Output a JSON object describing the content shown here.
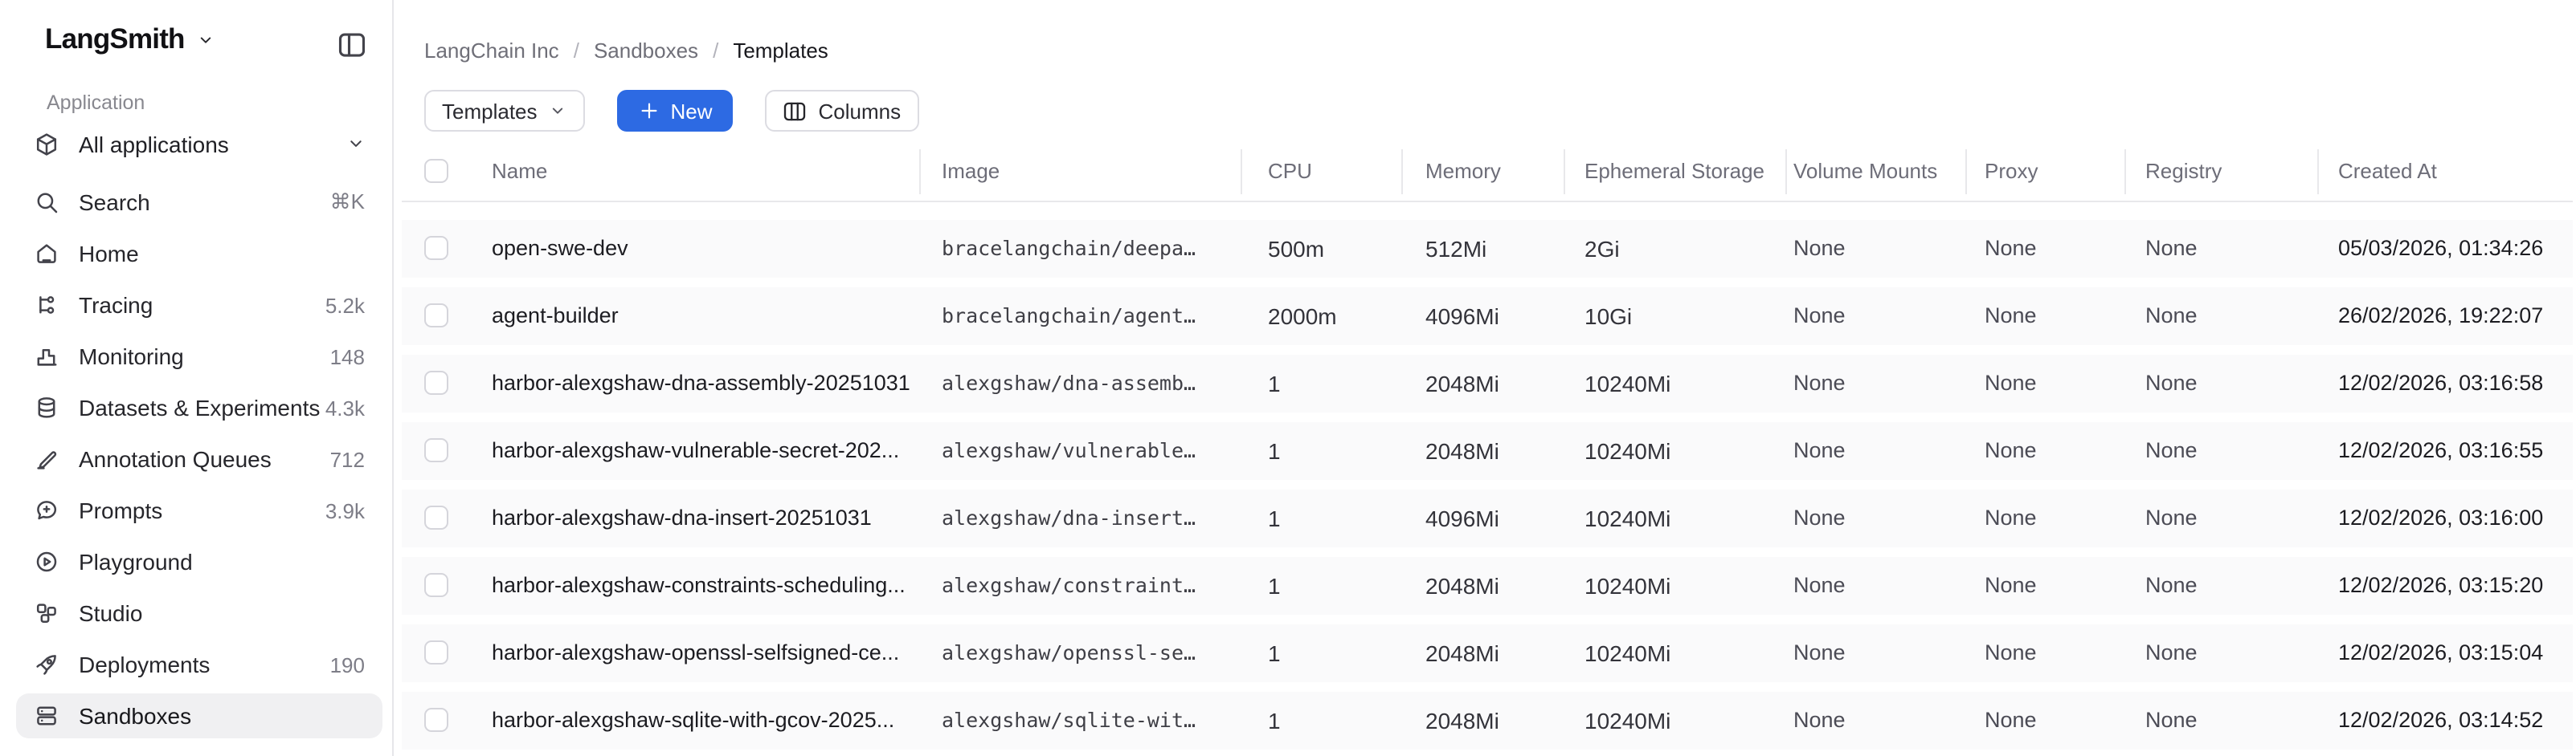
{
  "sidebar": {
    "logo": "LangSmith",
    "section_label": "Application",
    "workspace": {
      "label": "All applications",
      "icon": "cube"
    },
    "items": [
      {
        "label": "Search",
        "icon": "search",
        "shortcut": "⌘K"
      },
      {
        "label": "Home",
        "icon": "home"
      },
      {
        "label": "Tracing",
        "icon": "tracing",
        "count": "5.2k"
      },
      {
        "label": "Monitoring",
        "icon": "monitoring",
        "count": "148"
      },
      {
        "label": "Datasets & Experiments",
        "icon": "datasets",
        "count": "4.3k"
      },
      {
        "label": "Annotation Queues",
        "icon": "annotation",
        "count": "712"
      },
      {
        "label": "Prompts",
        "icon": "prompts",
        "count": "3.9k"
      },
      {
        "label": "Playground",
        "icon": "playground"
      },
      {
        "label": "Studio",
        "icon": "studio"
      },
      {
        "label": "Deployments",
        "icon": "deployments",
        "count": "190"
      },
      {
        "label": "Sandboxes",
        "icon": "sandboxes",
        "active": true
      }
    ]
  },
  "breadcrumb": [
    "LangChain Inc",
    "Sandboxes",
    "Templates"
  ],
  "toolbar": {
    "view_selector_label": "Templates",
    "new_label": "New",
    "columns_label": "Columns"
  },
  "table": {
    "columns": [
      "Name",
      "Image",
      "CPU",
      "Memory",
      "Ephemeral Storage",
      "Volume Mounts",
      "Proxy",
      "Registry",
      "Created At"
    ],
    "rows": [
      {
        "name": "open-swe-dev",
        "image": "bracelangchain/deepa…",
        "cpu": "500m",
        "memory": "512Mi",
        "ephemeral_storage": "2Gi",
        "volume_mounts": "None",
        "proxy": "None",
        "registry": "None",
        "created_at": "05/03/2026, 01:34:26"
      },
      {
        "name": "agent-builder",
        "image": "bracelangchain/agent…",
        "cpu": "2000m",
        "memory": "4096Mi",
        "ephemeral_storage": "10Gi",
        "volume_mounts": "None",
        "proxy": "None",
        "registry": "None",
        "created_at": "26/02/2026, 19:22:07"
      },
      {
        "name": "harbor-alexgshaw-dna-assembly-20251031",
        "image": "alexgshaw/dna-assemb…",
        "cpu": "1",
        "memory": "2048Mi",
        "ephemeral_storage": "10240Mi",
        "volume_mounts": "None",
        "proxy": "None",
        "registry": "None",
        "created_at": "12/02/2026, 03:16:58"
      },
      {
        "name": "harbor-alexgshaw-vulnerable-secret-202...",
        "image": "alexgshaw/vulnerable…",
        "cpu": "1",
        "memory": "2048Mi",
        "ephemeral_storage": "10240Mi",
        "volume_mounts": "None",
        "proxy": "None",
        "registry": "None",
        "created_at": "12/02/2026, 03:16:55"
      },
      {
        "name": "harbor-alexgshaw-dna-insert-20251031",
        "image": "alexgshaw/dna-insert…",
        "cpu": "1",
        "memory": "4096Mi",
        "ephemeral_storage": "10240Mi",
        "volume_mounts": "None",
        "proxy": "None",
        "registry": "None",
        "created_at": "12/02/2026, 03:16:00"
      },
      {
        "name": "harbor-alexgshaw-constraints-scheduling...",
        "image": "alexgshaw/constraint…",
        "cpu": "1",
        "memory": "2048Mi",
        "ephemeral_storage": "10240Mi",
        "volume_mounts": "None",
        "proxy": "None",
        "registry": "None",
        "created_at": "12/02/2026, 03:15:20"
      },
      {
        "name": "harbor-alexgshaw-openssl-selfsigned-ce...",
        "image": "alexgshaw/openssl-se…",
        "cpu": "1",
        "memory": "2048Mi",
        "ephemeral_storage": "10240Mi",
        "volume_mounts": "None",
        "proxy": "None",
        "registry": "None",
        "created_at": "12/02/2026, 03:15:04"
      },
      {
        "name": "harbor-alexgshaw-sqlite-with-gcov-2025...",
        "image": "alexgshaw/sqlite-wit…",
        "cpu": "1",
        "memory": "2048Mi",
        "ephemeral_storage": "10240Mi",
        "volume_mounts": "None",
        "proxy": "None",
        "registry": "None",
        "created_at": "12/02/2026, 03:14:52"
      }
    ]
  },
  "colors": {
    "accent": "#2d6ae3",
    "active_item_bg": "#f0f0f2",
    "row_bg": "#fafafb",
    "border": "#e6e6ea",
    "muted_text": "#6d6d78"
  }
}
